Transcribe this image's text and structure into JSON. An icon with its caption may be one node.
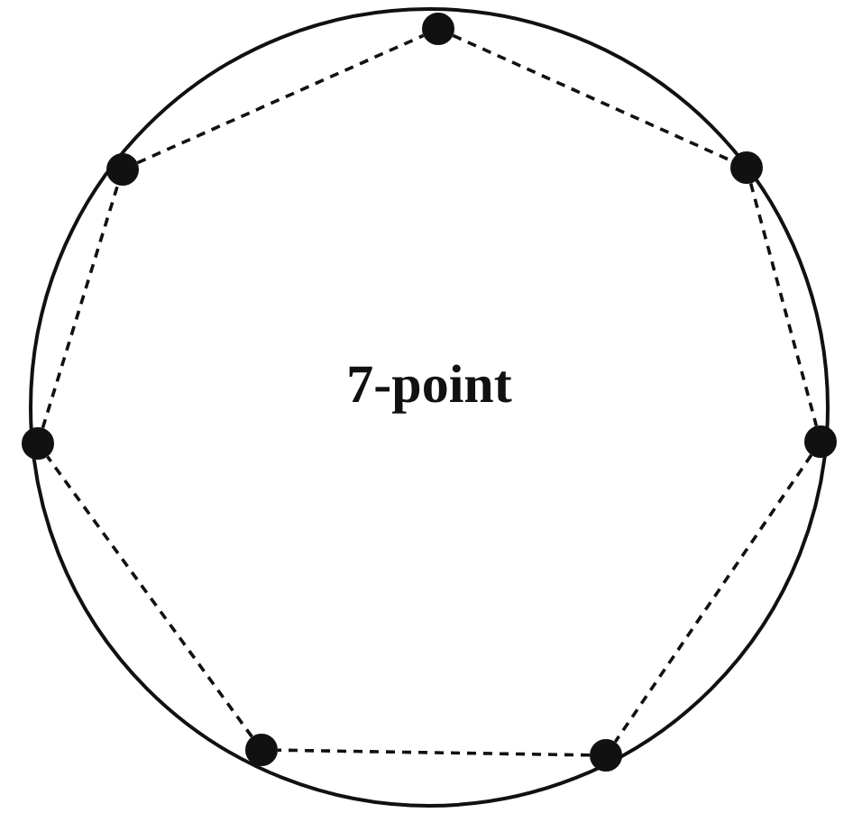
{
  "diagram": {
    "nodes": [
      {
        "text": [
          "7-point"
        ]
      },
      {
        "text": [],
        "shape": "circle",
        "in": 0
      },
      {
        "text": [],
        "shape": "circle",
        "in": 0
      },
      {
        "text": [],
        "shape": "circle",
        "in": 0
      },
      {
        "text": [],
        "shape": "circle",
        "in": 0
      },
      {
        "text": [],
        "shape": "circle",
        "in": 0
      },
      {
        "text": [],
        "shape": "circle",
        "in": 0
      },
      {
        "text": [],
        "shape": "circle",
        "in": 0
      }
    ],
    "edges": [
      {
        "from": 1,
        "to": 3,
        "arrow": "none",
        "style": "dashed"
      },
      {
        "from": 3,
        "to": 5,
        "arrow": "none",
        "style": "dashed"
      },
      {
        "from": 5,
        "to": 7,
        "arrow": "none",
        "style": "dashed"
      },
      {
        "from": 7,
        "to": 6,
        "arrow": "none",
        "style": "dashed"
      },
      {
        "from": 6,
        "to": 4,
        "arrow": "none",
        "style": "dashed"
      },
      {
        "from": 4,
        "to": 2,
        "arrow": "none",
        "style": "dashed"
      },
      {
        "from": 2,
        "to": 1,
        "arrow": "none",
        "style": "dashed"
      }
    ]
  }
}
